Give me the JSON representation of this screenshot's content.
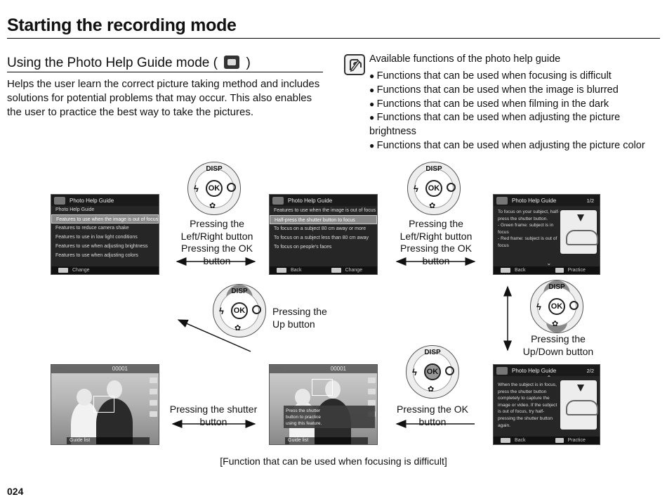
{
  "page": {
    "title": "Starting the recording mode",
    "subtitle_before": "Using the Photo Help Guide mode ( ",
    "subtitle_after": " )",
    "intro": "Helps the user learn the correct picture taking method and includes solutions for potential problems that may occur. This also enables the user to practice the best way to take the pictures.",
    "note_heading": "Available functions of the photo help guide",
    "note_items": [
      "Functions that can be used when focusing is difficult",
      "Functions that can be used when the image is blurred",
      "Functions that can be used when filming in the dark",
      "Functions that can be used when adjusting the picture brightness",
      "Functions that can be used when adjusting the picture color"
    ],
    "figure_caption": "[Function that can be used when focusing is difficult]",
    "page_number": "024"
  },
  "screens": {
    "s1": {
      "header": "Photo Help Guide",
      "lines": [
        "Photo Help Guide",
        "Features to use when the image is out of focus",
        "Features to reduce camera shake",
        "Features to use in low light conditions",
        "Features to use when adjusting brightness",
        "Features to use when adjusting colors"
      ],
      "footer": "Change"
    },
    "s2": {
      "header": "Photo Help Guide",
      "lines": [
        "Features to use when the image is out of focus",
        "Half-press the shutter button to focus",
        "To focus on a subject 80 cm away or more",
        "To focus on a subject less than 80 cm away",
        "To focus on people's faces"
      ],
      "footer_back": "Back",
      "footer_change": "Change"
    },
    "s3": {
      "header": "Photo Help Guide",
      "page": "1/2",
      "text": "To focus on your subject, half-press the shutter button.\n- Green frame: subject is in focus\n- Red frame: subject is out of focus",
      "footer_back": "Back",
      "footer_practice": "Practice"
    },
    "s4": {
      "header": "Photo Help Guide",
      "page": "2/2",
      "text": "When the subject is in focus, press the shutter button completely to capture the image or video. If the subject is out of focus, try half-pressing the shutter button again.",
      "footer_back": "Back",
      "footer_practice": "Practice"
    },
    "s5": {
      "counter": "00001",
      "popup": "Press the shutter button to practice using this feature.",
      "footer": "Guide list"
    },
    "s6": {
      "counter": "00001",
      "footer": "Guide list"
    }
  },
  "dials": {
    "disp": "DISP",
    "ok": "OK"
  },
  "captions": {
    "c1": "Pressing the\nLeft/Right button\nPressing the OK button",
    "c2": "Pressing the\nLeft/Right button\nPressing the OK button",
    "c3": "Pressing the\nUp button",
    "c4": "Pressing the\nUp/Down button",
    "c5": "Pressing the OK button",
    "c6": "Pressing the shutter button"
  },
  "icons": [
    "photo-help-mode-icon",
    "note-icon",
    "flash-icon",
    "self-timer-icon",
    "macro-icon",
    "camera-icon"
  ]
}
